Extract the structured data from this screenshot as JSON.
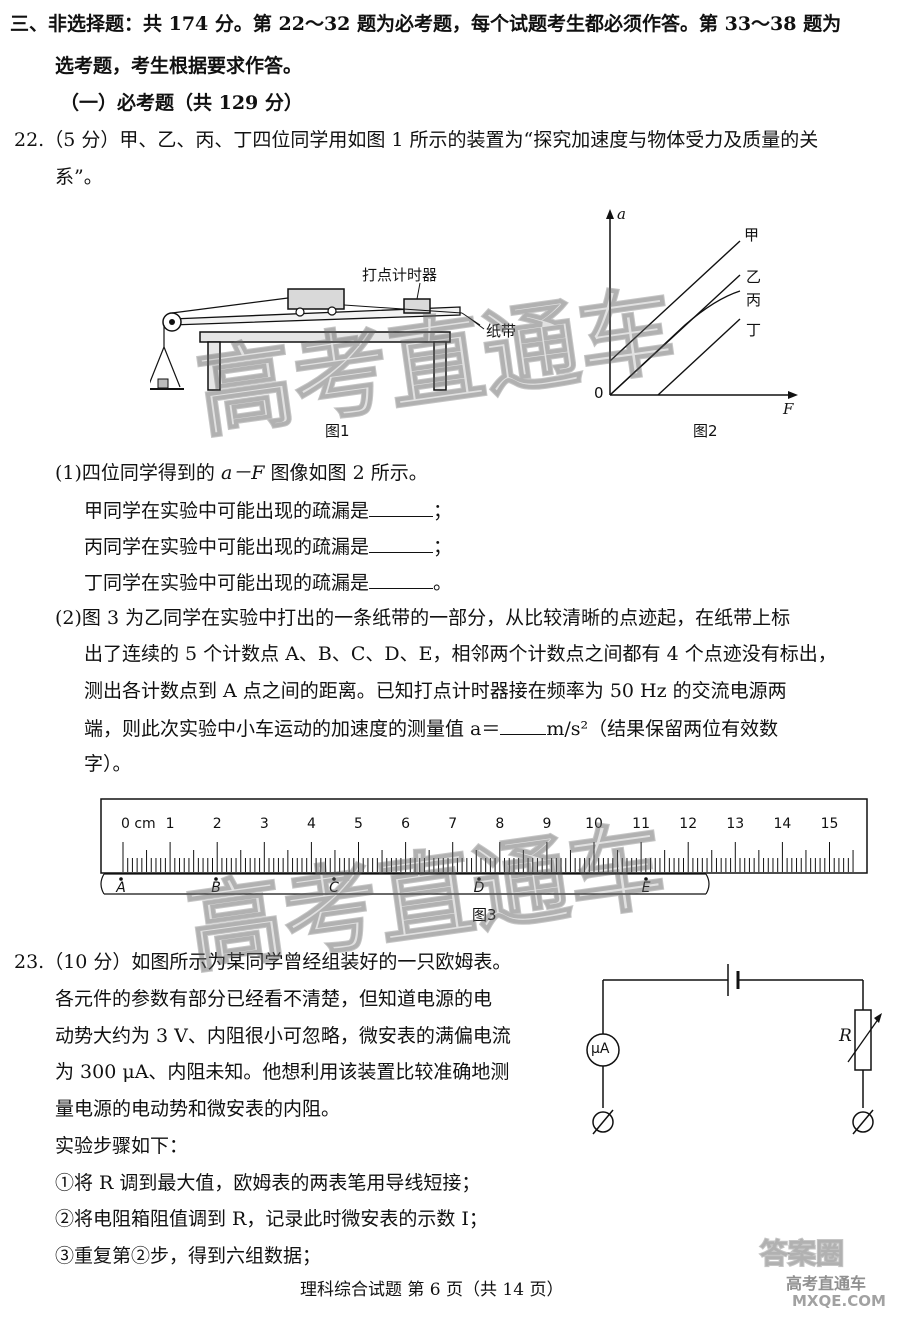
{
  "section": {
    "line1": "三、非选择题：共 174 分。第 22～32 题为必考题，每个试题考生都必须作答。第 33～38 题为",
    "line2": "选考题，考生根据要求作答。",
    "sub": "（一）必考题（共 129 分）"
  },
  "q22": {
    "line1": "22.（5 分）甲、乙、丙、丁四位同学用如图 1 所示的装置为“探究加速度与物体受力及质量的关",
    "line2": "系”。",
    "fig1": {
      "timer_label": "打点计时器",
      "tape_label": "纸带",
      "caption": "图1"
    },
    "fig2": {
      "y_axis": "a",
      "x_axis": "F",
      "origin": "0",
      "caption": "图2",
      "lines": [
        "甲",
        "乙",
        "丙",
        "丁"
      ]
    },
    "p1_intro_a": "(1)四位同学得到的 ",
    "p1_intro_var": "a－F",
    "p1_intro_b": " 图像如图 2 所示。",
    "p1_jia": "甲同学在实验中可能出现的疏漏是",
    "p1_bing": "丙同学在实验中可能出现的疏漏是",
    "p1_ding": "丁同学在实验中可能出现的疏漏是",
    "semi": "；",
    "period": "。",
    "p2_l1": "(2)图 3 为乙同学在实验中打出的一条纸带的一部分，从比较清晰的点迹起，在纸带上标",
    "p2_l2": "出了连续的 5 个计数点 A、B、C、D、E，相邻两个计数点之间都有 4 个点迹没有标出，",
    "p2_l3": "测出各计数点到 A 点之间的距离。已知打点计时器接在频率为 50 Hz 的交流电源两",
    "p2_l4a": "端，则此次实验中小车运动的加速度的测量值 a＝",
    "p2_l4b": "m/s²（结果保留两位有效数",
    "p2_l5": "字）。",
    "fig3": {
      "caption": "图3",
      "ticks": [
        "0 cm",
        "1",
        "2",
        "3",
        "4",
        "5",
        "6",
        "7",
        "8",
        "9",
        "10",
        "11",
        "12",
        "13",
        "14",
        "15"
      ],
      "points": [
        "A",
        "B",
        "C",
        "D",
        "E"
      ]
    }
  },
  "q23": {
    "l1": "23.（10 分）如图所示为某同学曾经组装好的一只欧姆表。",
    "l2": "各元件的参数有部分已经看不清楚，但知道电源的电",
    "l3": "动势大约为 3 V、内阻很小可忽略，微安表的满偏电流",
    "l4": "为 300 μA、内阻未知。他想利用该装置比较准确地测",
    "l5": "量电源的电动势和微安表的内阻。",
    "l6": "实验步骤如下：",
    "s1": "①将 R 调到最大值，欧姆表的两表笔用导线短接；",
    "s2": "②将电阻箱阻值调到 R，记录此时微安表的示数 I；",
    "s3": "③重复第②步，得到六组数据；",
    "circuit": {
      "meter": "μA",
      "resistor": "R"
    }
  },
  "footer": "理科综合试题 第 6 页（共 14 页）",
  "watermark": {
    "main": "高考直通车",
    "corner_a": "答案圈",
    "corner_b": "高考直通车",
    "corner_c": "MXQE.COM"
  }
}
